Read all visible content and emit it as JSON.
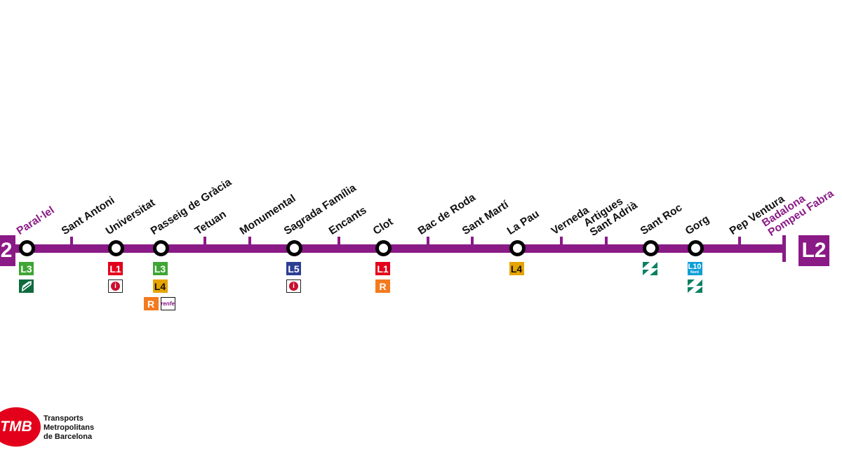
{
  "line_name": "L2",
  "line_color": "#8a1a86",
  "stations": [
    {
      "name": "Paral·lel",
      "terminal": true,
      "interchange": true,
      "connections": [
        "L3",
        "tram-funicular"
      ]
    },
    {
      "name": "Sant Antoni",
      "interchange": false,
      "connections": []
    },
    {
      "name": "Universitat",
      "interchange": true,
      "connections": [
        "L1",
        "info"
      ]
    },
    {
      "name": "Passeig de Gràcia",
      "interchange": true,
      "connections": [
        "L3",
        "L4",
        "R+renfe"
      ]
    },
    {
      "name": "Tetuan",
      "interchange": false,
      "connections": []
    },
    {
      "name": "Monumental",
      "interchange": false,
      "connections": []
    },
    {
      "name": "Sagrada Família",
      "interchange": true,
      "connections": [
        "L5",
        "info"
      ]
    },
    {
      "name": "Encants",
      "interchange": false,
      "connections": []
    },
    {
      "name": "Clot",
      "interchange": true,
      "connections": [
        "L1",
        "R"
      ]
    },
    {
      "name": "Bac de Roda",
      "interchange": false,
      "connections": []
    },
    {
      "name": "Sant Martí",
      "interchange": false,
      "connections": []
    },
    {
      "name": "La Pau",
      "interchange": true,
      "connections": [
        "L4"
      ]
    },
    {
      "name": "Verneda",
      "interchange": false,
      "connections": []
    },
    {
      "name": "Artigues\nSant Adrià",
      "interchange": false,
      "connections": []
    },
    {
      "name": "Sant Roc",
      "interchange": true,
      "connections": [
        "trambesos"
      ]
    },
    {
      "name": "Gorg",
      "interchange": true,
      "connections": [
        "L10",
        "trambesos"
      ]
    },
    {
      "name": "Pep Ventura",
      "interchange": false,
      "connections": []
    },
    {
      "name": "Badalona\nPompeu Fabra",
      "terminal": true,
      "end": true,
      "interchange": false,
      "connections": []
    }
  ],
  "badges": {
    "L1": {
      "text": "L1",
      "bg": "#e3001b",
      "fg": "#ffffff"
    },
    "L3": {
      "text": "L3",
      "bg": "#3fa535",
      "fg": "#ffffff"
    },
    "L4": {
      "text": "L4",
      "bg": "#e6a400",
      "fg": "#111111"
    },
    "L5": {
      "text": "L5",
      "bg": "#2b3f94",
      "fg": "#ffffff"
    },
    "L10": {
      "text": "L10",
      "sub": "Nord",
      "bg": "#0e9ed5",
      "fg": "#ffffff"
    },
    "R": {
      "text": "R",
      "bg": "#f37a1f",
      "fg": "#ffffff"
    },
    "renfe": {
      "text": "renfe",
      "bg": "#ffffff",
      "fg": "#8a1a86"
    },
    "info": {
      "text": "i",
      "bg": "#ffffff",
      "fg": "#ffffff"
    }
  },
  "logo": {
    "mark": "TMB",
    "lines": [
      "Transports",
      "Metropolitans",
      "de Barcelona"
    ]
  }
}
